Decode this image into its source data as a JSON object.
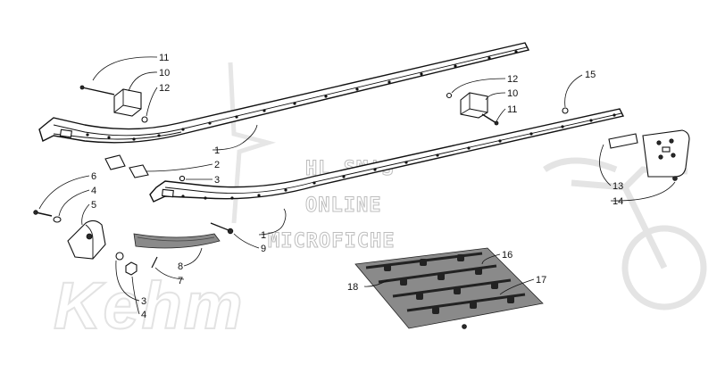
{
  "watermark": {
    "line1": "HL SM'S",
    "line2": "ONLINE",
    "line3": "MICROFICHE",
    "brand": "Kehm"
  },
  "callouts": {
    "c11_top": "11",
    "c10_top": "10",
    "c12_top": "12",
    "c1_top": "1",
    "c2": "2",
    "c3_mid": "3",
    "c6": "6",
    "c4_left": "4",
    "c5": "5",
    "c1_low": "1",
    "c9": "9",
    "c8": "8",
    "c7": "7",
    "c3_low": "3",
    "c4_low": "4",
    "c12_right": "12",
    "c10_right": "10",
    "c11_right": "11",
    "c15": "15",
    "c13": "13",
    "c14": "14",
    "c16": "16",
    "c17": "17",
    "c18": "18"
  }
}
